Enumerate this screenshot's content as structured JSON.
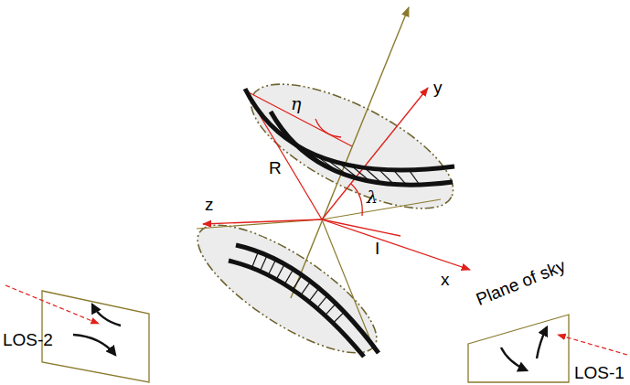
{
  "diagram": {
    "labels": [
      "η",
      "y",
      "R",
      "z",
      "λ",
      "I",
      "x",
      "Plane of sky",
      "LOS-2",
      "LOS-1"
    ]
  }
}
